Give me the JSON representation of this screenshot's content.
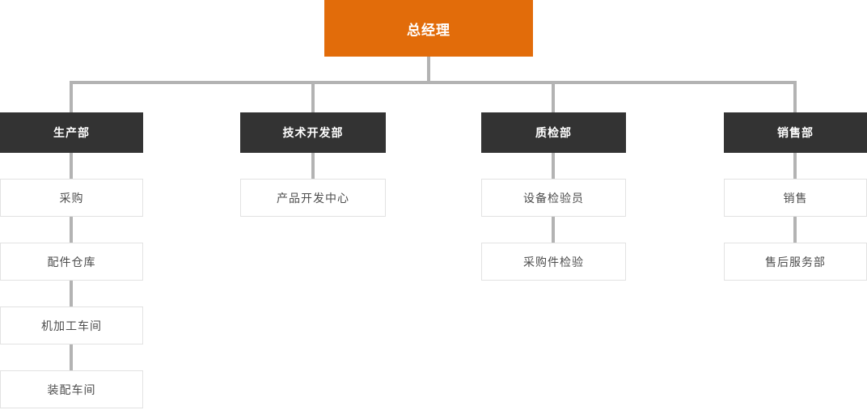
{
  "org_chart": {
    "root": {
      "label": "总经理"
    },
    "departments": [
      {
        "label": "生产部",
        "children": [
          "采购",
          "配件仓库",
          "机加工车间",
          "装配车间"
        ]
      },
      {
        "label": "技术开发部",
        "children": [
          "产品开发中心"
        ]
      },
      {
        "label": "质检部",
        "children": [
          "设备检验员",
          "采购件检验"
        ]
      },
      {
        "label": "销售部",
        "children": [
          "销售",
          "售后服务部"
        ]
      }
    ]
  },
  "colors": {
    "root_background": "#e26c0a",
    "department_background": "#333333",
    "connector_line": "#b3b3b3",
    "child_border": "#e2e2e2",
    "child_text": "#4d4d4d",
    "node_text": "#ffffff"
  }
}
